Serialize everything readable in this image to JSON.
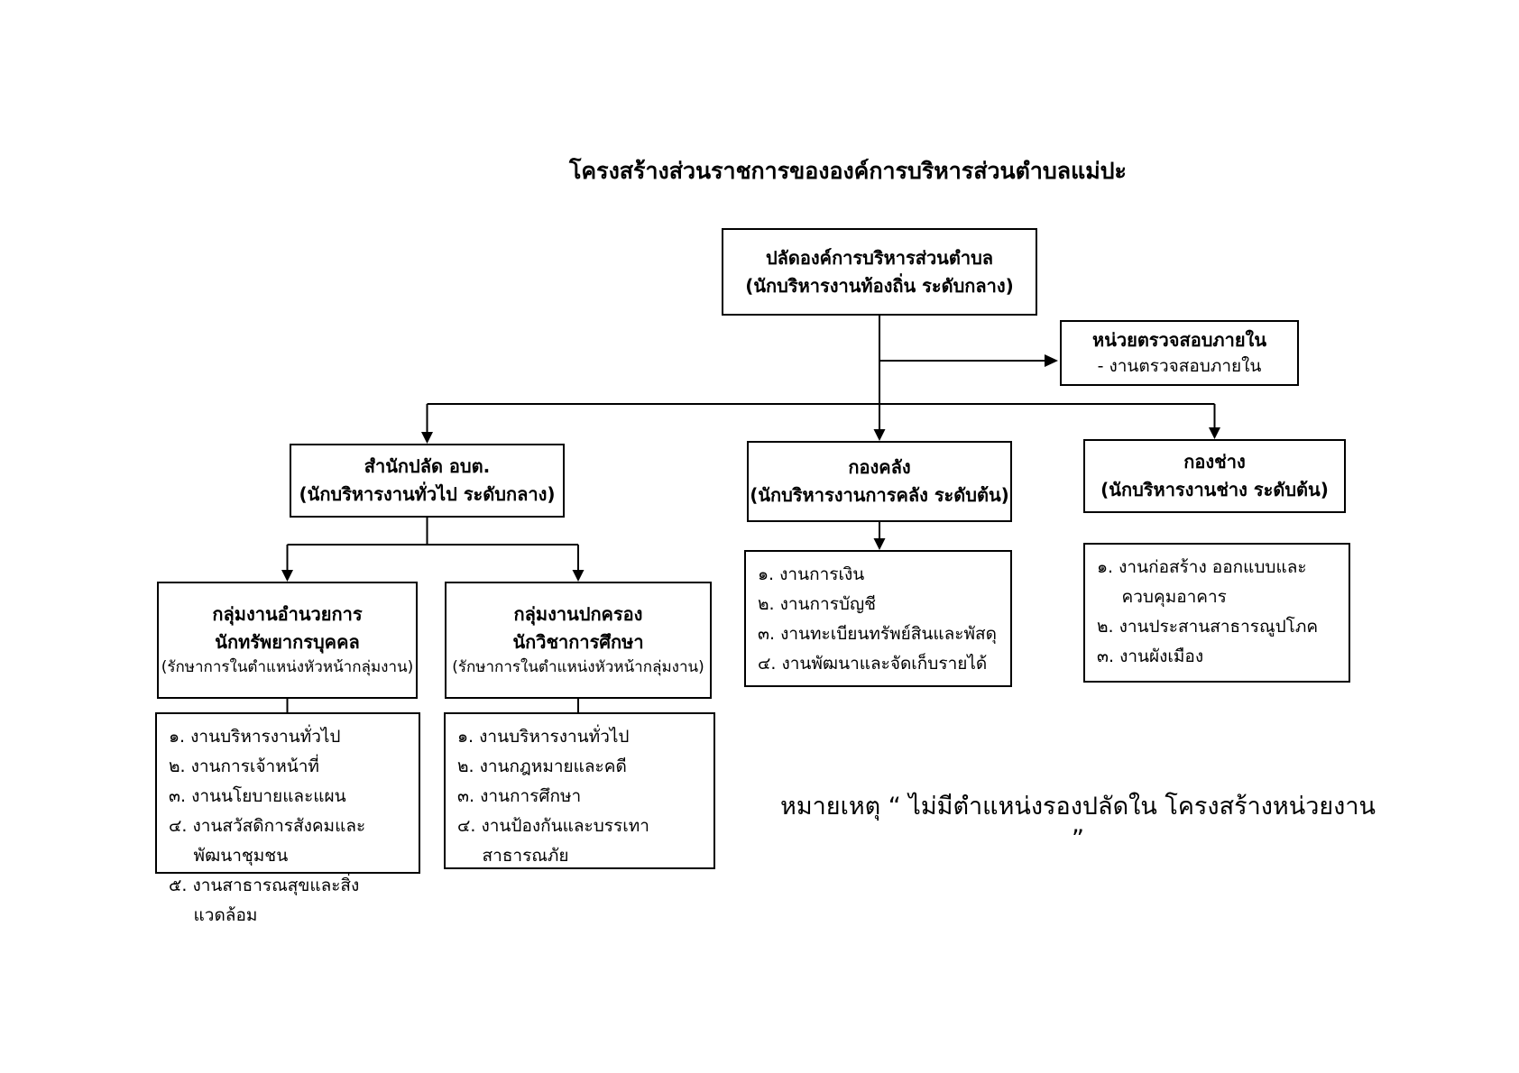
{
  "title": "โครงสร้างส่วนราชการขององค์การบริหารส่วนตำบลแม่ปะ",
  "chief": {
    "line1": "ปลัดองค์การบริหารส่วนตำบล",
    "line2": "(นักบริหารงานท้องถิ่น ระดับกลาง)"
  },
  "internal_audit": {
    "title": "หน่วยตรวจสอบภายใน",
    "item": "- งานตรวจสอบภายใน"
  },
  "divisions": {
    "office": {
      "line1": "สำนักปลัด อบต.",
      "line2": "(นักบริหารงานทั่วไป ระดับกลาง)"
    },
    "finance": {
      "line1": "กองคลัง",
      "line2": "(นักบริหารงานการคลัง ระดับต้น)"
    },
    "engineering": {
      "line1": "กองช่าง",
      "line2": "(นักบริหารงานช่าง ระดับต้น)"
    }
  },
  "groups": {
    "admin": {
      "line1": "กลุ่มงานอำนวยการ",
      "line2": "นักทรัพยากรบุคคล",
      "line3": "(รักษาการในตำแหน่งหัวหน้ากลุ่มงาน)"
    },
    "governance": {
      "line1": "กลุ่มงานปกครอง",
      "line2": "นักวิชาการศึกษา",
      "line3": "(รักษาการในตำแหน่งหัวหน้ากลุ่มงาน)"
    }
  },
  "lists": {
    "admin": {
      "items": [
        "๑. งานบริหารงานทั่วไป",
        "๒. งานการเจ้าหน้าที่",
        "๓. งานนโยบายและแผน",
        "๔. งานสวัสดิการสังคมและพัฒนาชุมชน",
        "๕. งานสาธารณสุขและสิ่งแวดล้อม"
      ]
    },
    "governance": {
      "items": [
        "๑. งานบริหารงานทั่วไป",
        "๒. งานกฎหมายและคดี",
        "๓. งานการศึกษา",
        "๔. งานป้องกันและบรรเทาสาธารณภัย"
      ]
    },
    "finance": {
      "items": [
        "๑. งานการเงิน",
        "๒. งานการบัญชี",
        "๓. งานทะเบียนทรัพย์สินและพัสดุ",
        "๔. งานพัฒนาและจัดเก็บรายได้"
      ]
    },
    "engineering": {
      "items": [
        "๑. งานก่อสร้าง ออกแบบและ ควบคุมอาคาร",
        "๒. งานประสานสาธารณูปโภค",
        "๓. งานผังเมือง"
      ]
    }
  },
  "note": "หมายเหตุ “ ไม่มีตำแหน่งรองปลัดใน โครงสร้างหน่วยงาน ”",
  "colors": {
    "line": "#000000",
    "background": "#ffffff"
  }
}
